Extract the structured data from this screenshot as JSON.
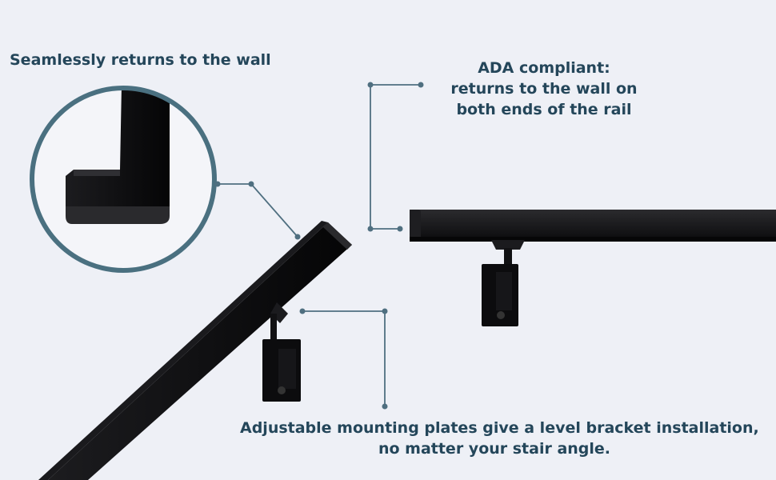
{
  "captions": {
    "seamless": "Seamlessly  returns to the wall",
    "ada_line1": "ADA compliant:",
    "ada_line2": "returns to the wall on",
    "ada_line3": "both ends of the rail",
    "adjust_line1": "Adjustable mounting plates give a  level bracket installation,",
    "adjust_line2": "no matter your stair angle."
  },
  "colors": {
    "background": "#eef0f6",
    "text": "#24465a",
    "leader_line": "#4f6f80",
    "circle_ring": "#4a7080",
    "rail": "#0d0d0f"
  }
}
